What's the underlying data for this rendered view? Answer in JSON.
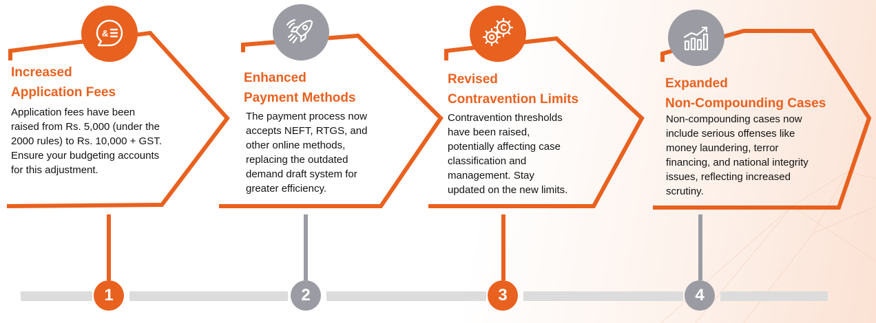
{
  "colors": {
    "accent": "#e8611f",
    "neutral": "#9b9ca3",
    "timeline": "#dcdcdc",
    "text": "#111111"
  },
  "steps": [
    {
      "number": "1",
      "color": "#e8611f",
      "icon": "application-form-icon",
      "title": [
        "Increased",
        "Application Fees"
      ],
      "description": [
        "Application fees have been",
        "raised from Rs. 5,000 (under the",
        "2000 rules) to Rs. 10,000 + GST.",
        "Ensure your budgeting accounts",
        "for this adjustment."
      ]
    },
    {
      "number": "2",
      "color": "#9b9ca3",
      "icon": "rocket-icon",
      "title": [
        "Enhanced",
        "Payment Methods"
      ],
      "description": [
        "The payment process now",
        "accepts NEFT, RTGS, and",
        "other online methods,",
        "replacing the outdated",
        "demand draft system for",
        "greater efficiency."
      ]
    },
    {
      "number": "3",
      "color": "#e8611f",
      "icon": "gears-icon",
      "title": [
        "Revised",
        "Contravention Limits"
      ],
      "description": [
        "Contravention thresholds",
        "have been raised,",
        "potentially affecting case",
        "classification and",
        "management. Stay",
        "updated on the new limits."
      ]
    },
    {
      "number": "4",
      "color": "#9b9ca3",
      "icon": "growth-chart-icon",
      "title": [
        "Expanded",
        "Non-Compounding Cases"
      ],
      "description": [
        "Non-compounding cases now",
        "include serious offenses like",
        "money laundering, terror",
        "financing, and national integrity",
        "issues, reflecting increased",
        "scrutiny."
      ]
    }
  ]
}
